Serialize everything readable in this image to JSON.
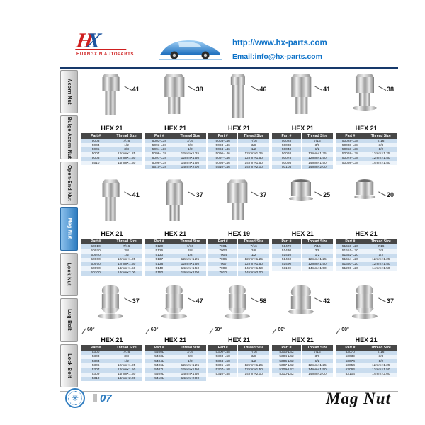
{
  "header": {
    "logo": {
      "h": "H",
      "x": "X",
      "sub": "HUANGXIN AUTOPARTS"
    },
    "url": "http://www.hx-parts.com",
    "email": "Email:info@hx-parts.com"
  },
  "sidebar": {
    "items": [
      {
        "label": "Acorn Nut",
        "active": false
      },
      {
        "label": "Bulge Acorn Nut",
        "active": false
      },
      {
        "label": "Open-End Nut",
        "active": false
      },
      {
        "label": "Mag Nut",
        "active": true
      },
      {
        "label": "Lock Nut",
        "active": false
      },
      {
        "label": "Lug Bolt",
        "active": false
      },
      {
        "label": "Lock Bolt",
        "active": false
      }
    ]
  },
  "footer": {
    "page_number": "07",
    "title": "Mag Nut"
  },
  "colors": {
    "accent_blue": "#0d72c8",
    "sidebar_active": "#2e7cc0",
    "table_header": "#474747",
    "table_row_alt": "#c9dcee",
    "logo_red": "#cf1f1f"
  },
  "table_headers": [
    "Part #",
    "Thread Size"
  ],
  "products": [
    {
      "dimension": "41",
      "hex": "HEX 21",
      "angle": "",
      "nut_icon": "long-shank-nut",
      "table_rows": [
        [
          "5003",
          "7/16"
        ],
        [
          "5004",
          "1/2"
        ],
        [
          "5005",
          "3/8"
        ],
        [
          "5007",
          "12mm×1.25"
        ],
        [
          "5008",
          "12mm×1.50"
        ],
        [
          "5510",
          "14mm×1.50"
        ]
      ]
    },
    {
      "dimension": "38",
      "hex": "HEX 21",
      "angle": "",
      "nut_icon": "big-hex-nut",
      "table_rows": [
        [
          "5003-L38",
          "7/16"
        ],
        [
          "5093-L38",
          "3/8"
        ],
        [
          "5094-L38",
          "1/2"
        ],
        [
          "5096-L38",
          "12mm×1.25"
        ],
        [
          "5097-L38",
          "12mm×1.50"
        ],
        [
          "5098-L38",
          "14mm×1.50"
        ],
        [
          "5510-L38",
          "14mm×2.00"
        ]
      ]
    },
    {
      "dimension": "46",
      "hex": "HEX 21",
      "angle": "",
      "nut_icon": "cylinder-nut",
      "table_rows": [
        [
          "5003-L46",
          "7/16"
        ],
        [
          "5093-L46",
          "3/8"
        ],
        [
          "5094-L46",
          "1/2"
        ],
        [
          "5096-L46",
          "12mm×1.25"
        ],
        [
          "5097-L46",
          "12mm×1.50"
        ],
        [
          "5098-L46",
          "14mm×1.50"
        ],
        [
          "5510-L46",
          "14mm×2.00"
        ]
      ]
    },
    {
      "dimension": "41",
      "hex": "HEX 21",
      "angle": "",
      "nut_icon": "big-hex-nut",
      "table_rows": [
        [
          "50028",
          "7/16"
        ],
        [
          "50038",
          "3/8"
        ],
        [
          "50048",
          "1/2"
        ],
        [
          "50068",
          "12mm×1.25"
        ],
        [
          "50078",
          "12mm×1.50"
        ],
        [
          "50098",
          "14mm×1.50"
        ],
        [
          "50108",
          "14mm×2.00"
        ]
      ]
    },
    {
      "dimension": "38",
      "hex": "HEX 21",
      "angle": "",
      "nut_icon": "washer-shank-nut",
      "table_rows": [
        [
          "50028-L38",
          "7/16"
        ],
        [
          "50038-L38",
          "3/8"
        ],
        [
          "50058-L38",
          "1/2"
        ],
        [
          "50068-L38",
          "12mm×1.25"
        ],
        [
          "50078-L38",
          "12mm×1.50"
        ],
        [
          "50098-L38",
          "14mm×1.50"
        ]
      ]
    },
    {
      "dimension": "41",
      "hex": "HEX 21",
      "angle": "",
      "nut_icon": "long-shank-nut",
      "table_rows": [
        [
          "50010",
          "7/16"
        ],
        [
          "50020",
          "3/8"
        ],
        [
          "50040",
          "1/2"
        ],
        [
          "50060",
          "12mm×1.25"
        ],
        [
          "50070",
          "12mm×1.50"
        ],
        [
          "50090",
          "14mm×1.50"
        ],
        [
          "50100",
          "14mm×2.00"
        ]
      ]
    },
    {
      "dimension": "37",
      "hex": "HEX 21",
      "angle": "",
      "nut_icon": "long-hex-nut",
      "table_rows": [
        [
          "5120",
          "7/16"
        ],
        [
          "5126",
          "3/8"
        ],
        [
          "5130",
          "1/2"
        ],
        [
          "5137",
          "12mm×1.25"
        ],
        [
          "5138",
          "12mm×1.50"
        ],
        [
          "5140",
          "14mm×1.50"
        ],
        [
          "5150",
          "14mm×2.00"
        ]
      ]
    },
    {
      "dimension": "37",
      "hex": "HEX 19",
      "angle": "",
      "nut_icon": "big-hex-nut",
      "table_rows": [
        [
          "7001",
          "7/16"
        ],
        [
          "7003",
          "3/8"
        ],
        [
          "7004",
          "1/2"
        ],
        [
          "7006",
          "12mm×1.25"
        ],
        [
          "7007",
          "12mm×1.50"
        ],
        [
          "7009",
          "14mm×1.50"
        ],
        [
          "7010",
          "14mm×2.00"
        ]
      ]
    },
    {
      "dimension": "25",
      "hex": "HEX 21",
      "angle": "",
      "nut_icon": "open-end-nut",
      "table_rows": [
        [
          "51470",
          "7/16"
        ],
        [
          "51430",
          "3/8"
        ],
        [
          "51440",
          "1/2"
        ],
        [
          "51460",
          "12mm×1.25"
        ],
        [
          "51490",
          "12mm×1.50"
        ],
        [
          "51190",
          "14mm×1.50"
        ]
      ]
    },
    {
      "dimension": "20",
      "hex": "HEX 21",
      "angle": "",
      "nut_icon": "open-short-nut",
      "table_rows": [
        [
          "51650-L20",
          "7/16"
        ],
        [
          "51651-L20",
          "3/8"
        ],
        [
          "51652-L20",
          "1/2"
        ],
        [
          "51654-L20",
          "12mm×1.25"
        ],
        [
          "51660-L20",
          "12mm×1.50"
        ],
        [
          "51200-L20",
          "14mm×1.50"
        ]
      ]
    },
    {
      "dimension": "37",
      "hex": "HEX 21",
      "angle": "60°",
      "nut_icon": "dome-washer-nut",
      "table_rows": [
        [
          "5300",
          "7/16"
        ],
        [
          "5303",
          "3/8"
        ],
        [
          "5304",
          "1/2"
        ],
        [
          "5306",
          "12mm×1.25"
        ],
        [
          "5307",
          "12mm×1.50"
        ],
        [
          "5309",
          "14mm×1.50"
        ],
        [
          "5310",
          "14mm×2.00"
        ]
      ]
    },
    {
      "dimension": "47",
      "hex": "HEX 21",
      "angle": "60°",
      "nut_icon": "dome-washer-nut",
      "table_rows": [
        [
          "5400L",
          "7/16"
        ],
        [
          "5403L",
          "3/8"
        ],
        [
          "5404L",
          "1/2"
        ],
        [
          "5406L",
          "12mm×1.25"
        ],
        [
          "5407L",
          "12mm×1.50"
        ],
        [
          "5409L",
          "14mm×1.50"
        ],
        [
          "5410L",
          "14mm×2.00"
        ]
      ]
    },
    {
      "dimension": "58",
      "hex": "HEX 21",
      "angle": "60°",
      "nut_icon": "dome-washer-nut",
      "table_rows": [
        [
          "5300-L58",
          "7/16"
        ],
        [
          "5303-L58",
          "3/8"
        ],
        [
          "5304-L58",
          "1/2"
        ],
        [
          "5306-L58",
          "12mm×1.25"
        ],
        [
          "5307-L58",
          "12mm×1.50"
        ],
        [
          "5310-L58",
          "14mm×2.00"
        ]
      ]
    },
    {
      "dimension": "42",
      "hex": "HEX 21",
      "angle": "60°",
      "nut_icon": "dome-acorn-nut",
      "table_rows": [
        [
          "5303-L42",
          "7/16"
        ],
        [
          "5304-L42",
          "3/8"
        ],
        [
          "5306-L42",
          "1/2"
        ],
        [
          "5307-L42",
          "12mm×1.25"
        ],
        [
          "5309-L42",
          "14mm×1.50"
        ],
        [
          "5310-L42",
          "14mm×2.00"
        ]
      ]
    },
    {
      "dimension": "37",
      "hex": "HEX 21",
      "angle": "60°",
      "nut_icon": "dome-washer-nut",
      "table_rows": [
        [
          "53070",
          "7/16"
        ],
        [
          "53039",
          "3/8"
        ],
        [
          "53074",
          "1/2"
        ],
        [
          "53054",
          "12mm×1.25"
        ],
        [
          "53064",
          "12mm×1.50"
        ],
        [
          "53104",
          "14mm×2.00"
        ]
      ]
    }
  ]
}
